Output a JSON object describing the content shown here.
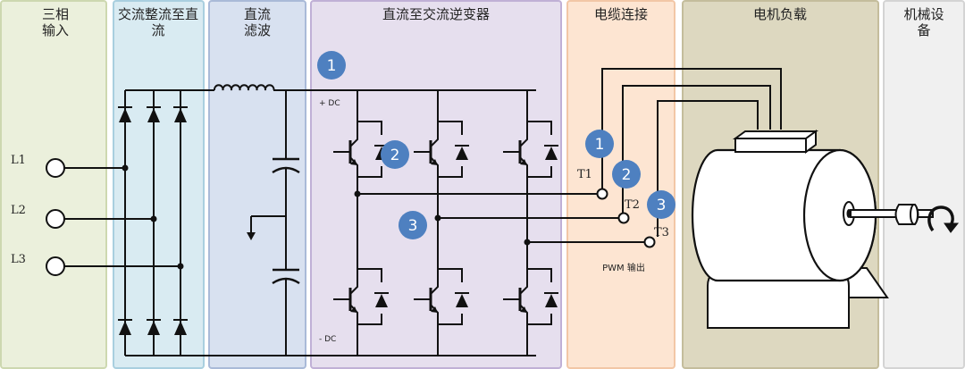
{
  "sections": [
    {
      "id": "input",
      "lines": [
        "三相",
        "输入"
      ]
    },
    {
      "id": "rectifier",
      "lines": [
        "交流整流至直",
        "流"
      ]
    },
    {
      "id": "dc-filter",
      "lines": [
        "直流",
        "滤波"
      ]
    },
    {
      "id": "inverter",
      "lines": [
        "直流至交流逆变器"
      ]
    },
    {
      "id": "cable",
      "lines": [
        "电缆连接"
      ]
    },
    {
      "id": "motor",
      "lines": [
        "电机负载"
      ]
    },
    {
      "id": "mechanical",
      "lines": [
        "机械设",
        "备"
      ]
    }
  ],
  "inputs": [
    "L1",
    "L2",
    "L3"
  ],
  "dc": {
    "positive": "+ DC",
    "negative": "- DC"
  },
  "terminals": [
    "T1",
    "T2",
    "T3"
  ],
  "pwm_label": "PWM 输出",
  "badges": {
    "inverter": [
      "1",
      "2",
      "3"
    ],
    "cable": [
      "1",
      "2",
      "3"
    ]
  },
  "colors": {
    "input_bg": "#ebf0dc",
    "input_border": "#cdd8b0",
    "rectifier_bg": "#d9ebf2",
    "rectifier_border": "#a9cfdf",
    "filter_bg": "#d8e1f0",
    "filter_border": "#a9bad8",
    "inverter_bg": "#e6dfee",
    "inverter_border": "#c0b0d6",
    "cable_bg": "#fde5d2",
    "cable_border": "#f2c7a6",
    "motor_bg": "#ddd8c0",
    "motor_border": "#c4bd9c",
    "mech_bg": "#f0f0f0",
    "mech_border": "#d4d4d4",
    "badge": "#4e80c0"
  }
}
